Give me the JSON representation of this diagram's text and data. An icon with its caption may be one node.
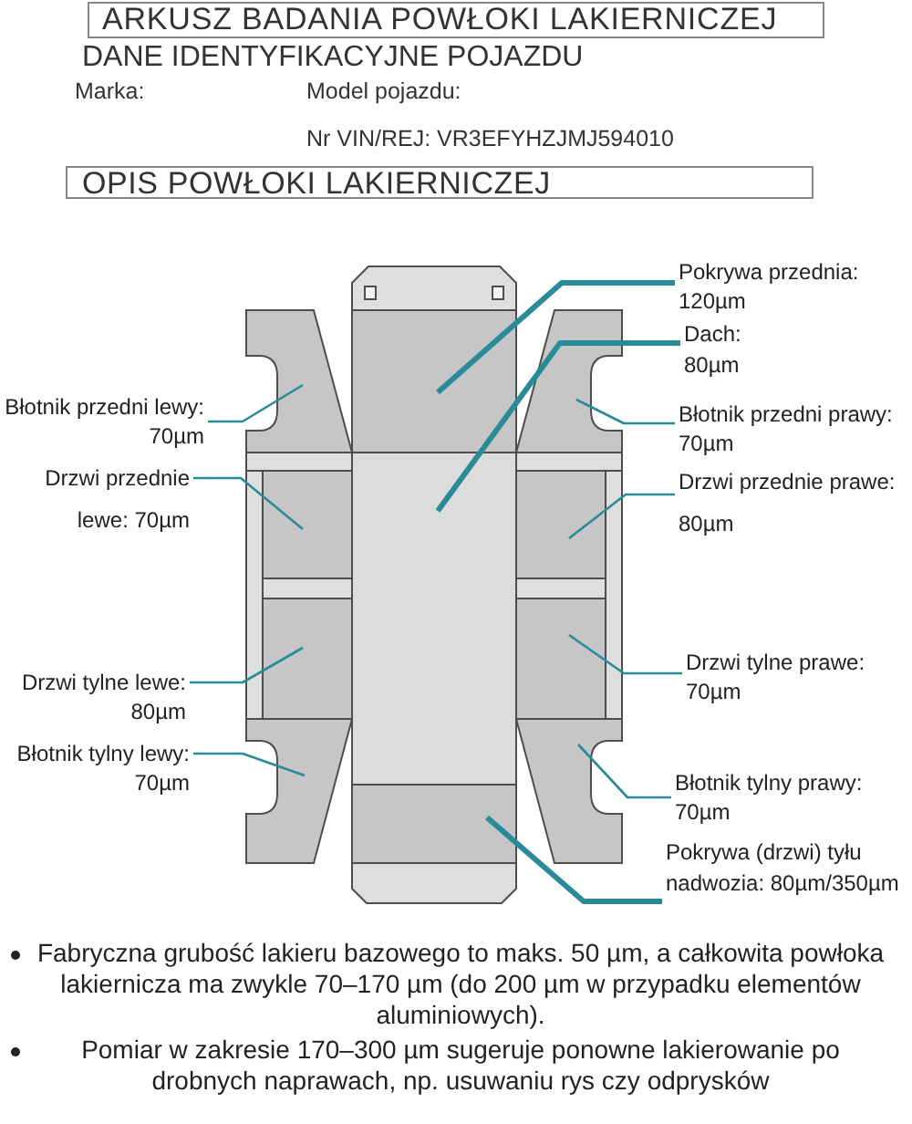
{
  "diagram": {
    "nodes": [
      {
        "text": [
          "ARKUSZ BADANIA POWŁOKI LAKIERNICZEJ"
        ]
      },
      {
        "text": [
          "OPIS POWŁOKI LAKIERNICZEJ"
        ]
      },
      {
        "text": [
          "Pokrywa przednia: 120µm"
        ]
      },
      {
        "text": [],
        "shape": "box"
      },
      {
        "text": [
          "Dach: 80µm"
        ]
      },
      {
        "text": [],
        "shape": "box"
      },
      {
        "text": [],
        "shape": "box"
      },
      {
        "text": [
          "Błotnik przedni lewy: 70µm"
        ]
      },
      {
        "text": [],
        "shape": "box"
      },
      {
        "text": [
          "Błotnik przedni prawy: 70µm"
        ]
      },
      {
        "text": [
          "Drzwi przednie lewe: 70µm"
        ]
      },
      {
        "text": [],
        "shape": "box"
      },
      {
        "text": [],
        "shape": "box"
      },
      {
        "text": [
          "Drzwi przednie prawe: 80µm"
        ]
      },
      {
        "text": [
          "Drzwi tylne lewe: 80µm"
        ]
      },
      {
        "text": [],
        "shape": "box"
      },
      {
        "text": [],
        "shape": "box"
      },
      {
        "text": [
          "Drzwi tylne prawe: 70µm"
        ]
      },
      {
        "text": [
          "Błotnik tylny lewy: 70µm"
        ]
      },
      {
        "text": [],
        "shape": "box"
      },
      {
        "text": [],
        "shape": "box"
      },
      {
        "text": [
          "Błotnik tylny prawy: 70µm"
        ]
      },
      {
        "text": [],
        "shape": "box"
      },
      {
        "text": [
          "Pokrywa (drzwi) tyłu nadwozia: 80µm/350µm"
        ]
      }
    ],
    "edges": [
      {
        "from": 2,
        "to": 3,
        "arrow": "none",
        "style": "thick"
      },
      {
        "from": 4,
        "to": 5,
        "arrow": "none",
        "style": "thick"
      },
      {
        "from": 7,
        "to": 6,
        "arrow": "none"
      },
      {
        "from": 9,
        "to": 8,
        "arrow": "none"
      },
      {
        "from": 10,
        "to": 11,
        "arrow": "none"
      },
      {
        "from": 13,
        "to": 12,
        "arrow": "none"
      },
      {
        "from": 14,
        "to": 15,
        "arrow": "none"
      },
      {
        "from": 17,
        "to": 16,
        "arrow": "none"
      },
      {
        "from": 18,
        "to": 19,
        "arrow": "none"
      },
      {
        "from": 21,
        "to": 20,
        "arrow": "none"
      },
      {
        "from": 23,
        "to": 22,
        "arrow": "none",
        "style": "thick"
      }
    ],
    "labels": [
      "DANE IDENTYFIKACYJNE POJAZDU",
      "Marka:",
      "Model pojazdu:",
      "Nr VIN/REJ: VR3EFYHZJMJ594010",
      "Fabryczna grubość lakieru bazowego to maks. 50 µm, a całkowita powłoka lakiernicza ma zwykle 70–170 µm (do 200 µm w przypadku elementów aluminiowych).",
      "Pomiar w zakresie 170–300 µm sugeruje ponowne lakierowanie po drobnych naprawach, np. usuwaniu rys czy odprysków"
    ]
  }
}
